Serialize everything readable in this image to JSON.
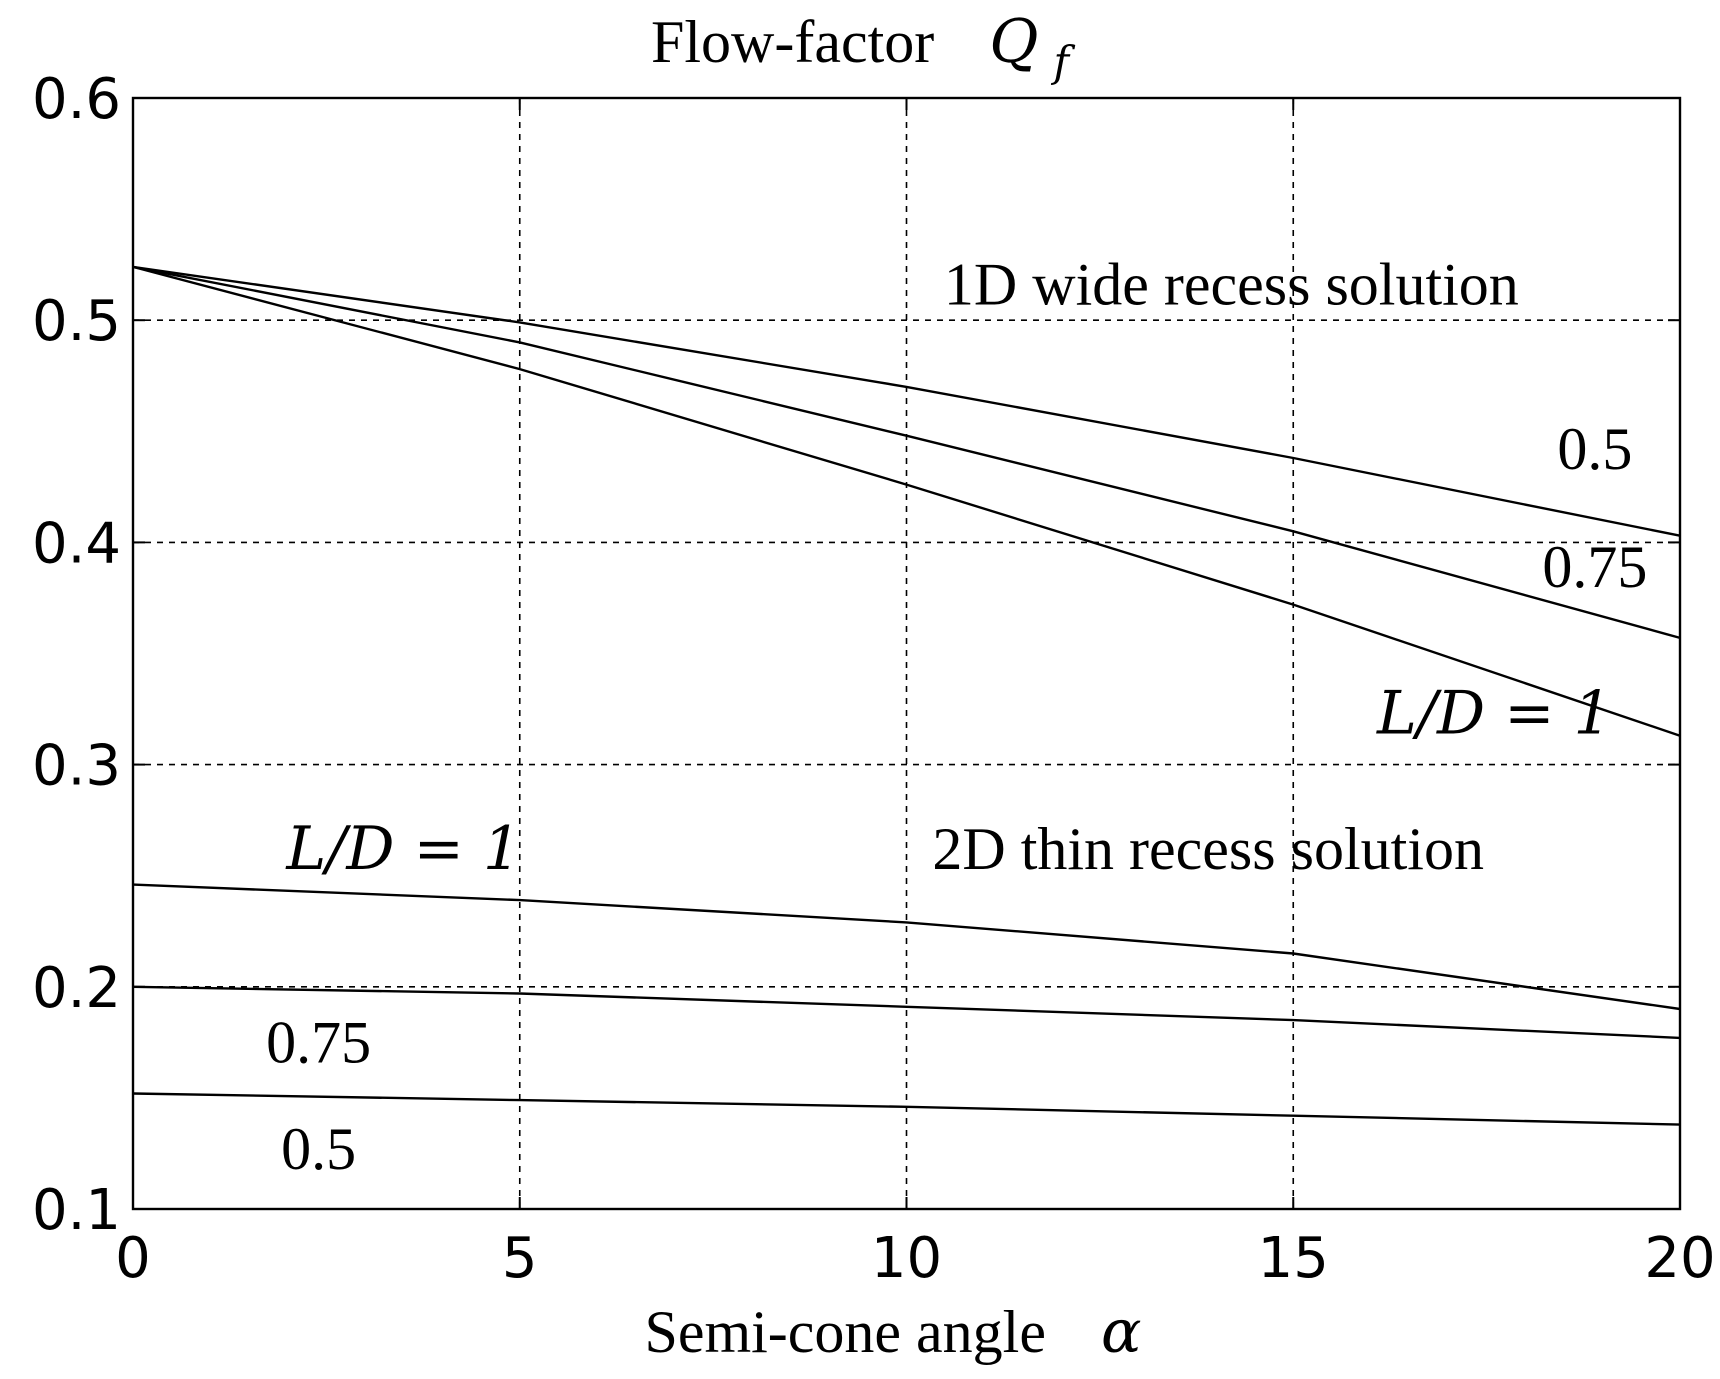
{
  "chart_data": {
    "type": "line",
    "title": "Flow-factor",
    "title_symbol": "Q",
    "title_symbol_sub": "f",
    "xlabel": "Semi-cone angle",
    "xlabel_symbol": "α",
    "ylabel": "",
    "xlim": [
      0,
      20
    ],
    "ylim": [
      0.1,
      0.6
    ],
    "x_ticks": [
      "0",
      "5",
      "10",
      "15",
      "20"
    ],
    "y_ticks": [
      "0.1",
      "0.2",
      "0.3",
      "0.4",
      "0.5",
      "0.6"
    ],
    "grid": true,
    "legend": "none",
    "series": [
      {
        "x": [
          0,
          5,
          10,
          15,
          20
        ],
        "y": [
          0.524,
          0.499,
          0.47,
          0.438,
          0.403
        ]
      },
      {
        "x": [
          0,
          5,
          10,
          15,
          20
        ],
        "y": [
          0.524,
          0.49,
          0.448,
          0.405,
          0.357
        ]
      },
      {
        "x": [
          0,
          5,
          10,
          15,
          20
        ],
        "y": [
          0.524,
          0.478,
          0.426,
          0.372,
          0.313
        ]
      },
      {
        "x": [
          0,
          5,
          10,
          15,
          20
        ],
        "y": [
          0.246,
          0.239,
          0.229,
          0.215,
          0.19
        ]
      },
      {
        "x": [
          0,
          5,
          10,
          15,
          20
        ],
        "y": [
          0.2,
          0.197,
          0.191,
          0.185,
          0.177
        ]
      },
      {
        "x": [
          0,
          5,
          10,
          15,
          20
        ],
        "y": [
          0.152,
          0.149,
          0.146,
          0.142,
          0.138
        ]
      }
    ],
    "annotations": [
      {
        "text": "1D wide recess solution",
        "style": "serif",
        "x": 14.2,
        "y": 0.507
      },
      {
        "text": "0.5",
        "style": "serif",
        "x": 18.9,
        "y": 0.433
      },
      {
        "text": "0.75",
        "style": "serif",
        "x": 18.9,
        "y": 0.38
      },
      {
        "text": "L/D = 1",
        "style": "italic",
        "x": 17.6,
        "y": 0.314
      },
      {
        "text": "2D thin recess solution",
        "style": "serif",
        "x": 13.9,
        "y": 0.253
      },
      {
        "text": "L/D = 1",
        "style": "italic",
        "x": 3.5,
        "y": 0.253
      },
      {
        "text": "0.75",
        "style": "serif",
        "x": 2.4,
        "y": 0.166
      },
      {
        "text": "0.5",
        "style": "serif",
        "x": 2.4,
        "y": 0.118
      }
    ]
  }
}
